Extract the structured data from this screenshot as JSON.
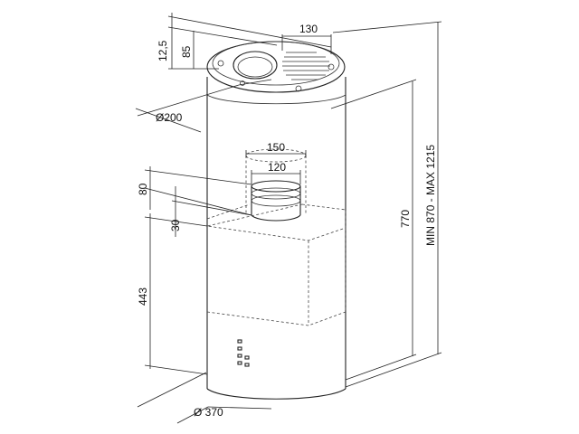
{
  "dimensions": {
    "d130": "130",
    "d12_5": "12,5",
    "d85": "85",
    "d200": "Ø200",
    "d150": "150",
    "d120": "120",
    "d80": "80",
    "d30": "30",
    "d443": "443",
    "d370": "Ø 370",
    "d770": "770",
    "dminmax": "MIN 870 - MAX 1215"
  },
  "colors": {
    "line": "#222222",
    "background": "#ffffff"
  }
}
